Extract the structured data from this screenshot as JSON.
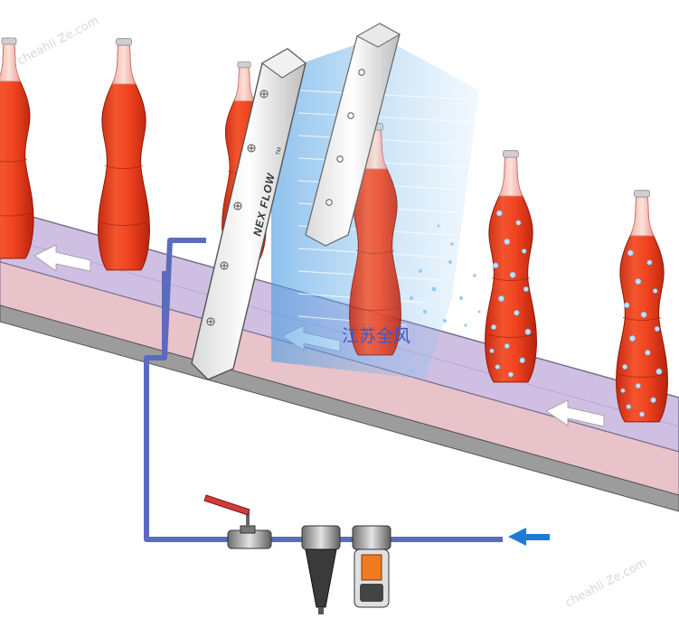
{
  "device": {
    "brand_label": "NEX FLOW",
    "trademark": "TM"
  },
  "caption": "江苏全风",
  "watermark": "cheahli Ze.com",
  "colors": {
    "bottle": "#ef3b1d",
    "bottle_dark": "#b9240f",
    "conveyor_top": "#c9b9df",
    "conveyor_side": "#e8c0c6",
    "pipe": "#5b6bbd",
    "air": "#5aaae6",
    "arrow_in": "#1f7ad6"
  }
}
